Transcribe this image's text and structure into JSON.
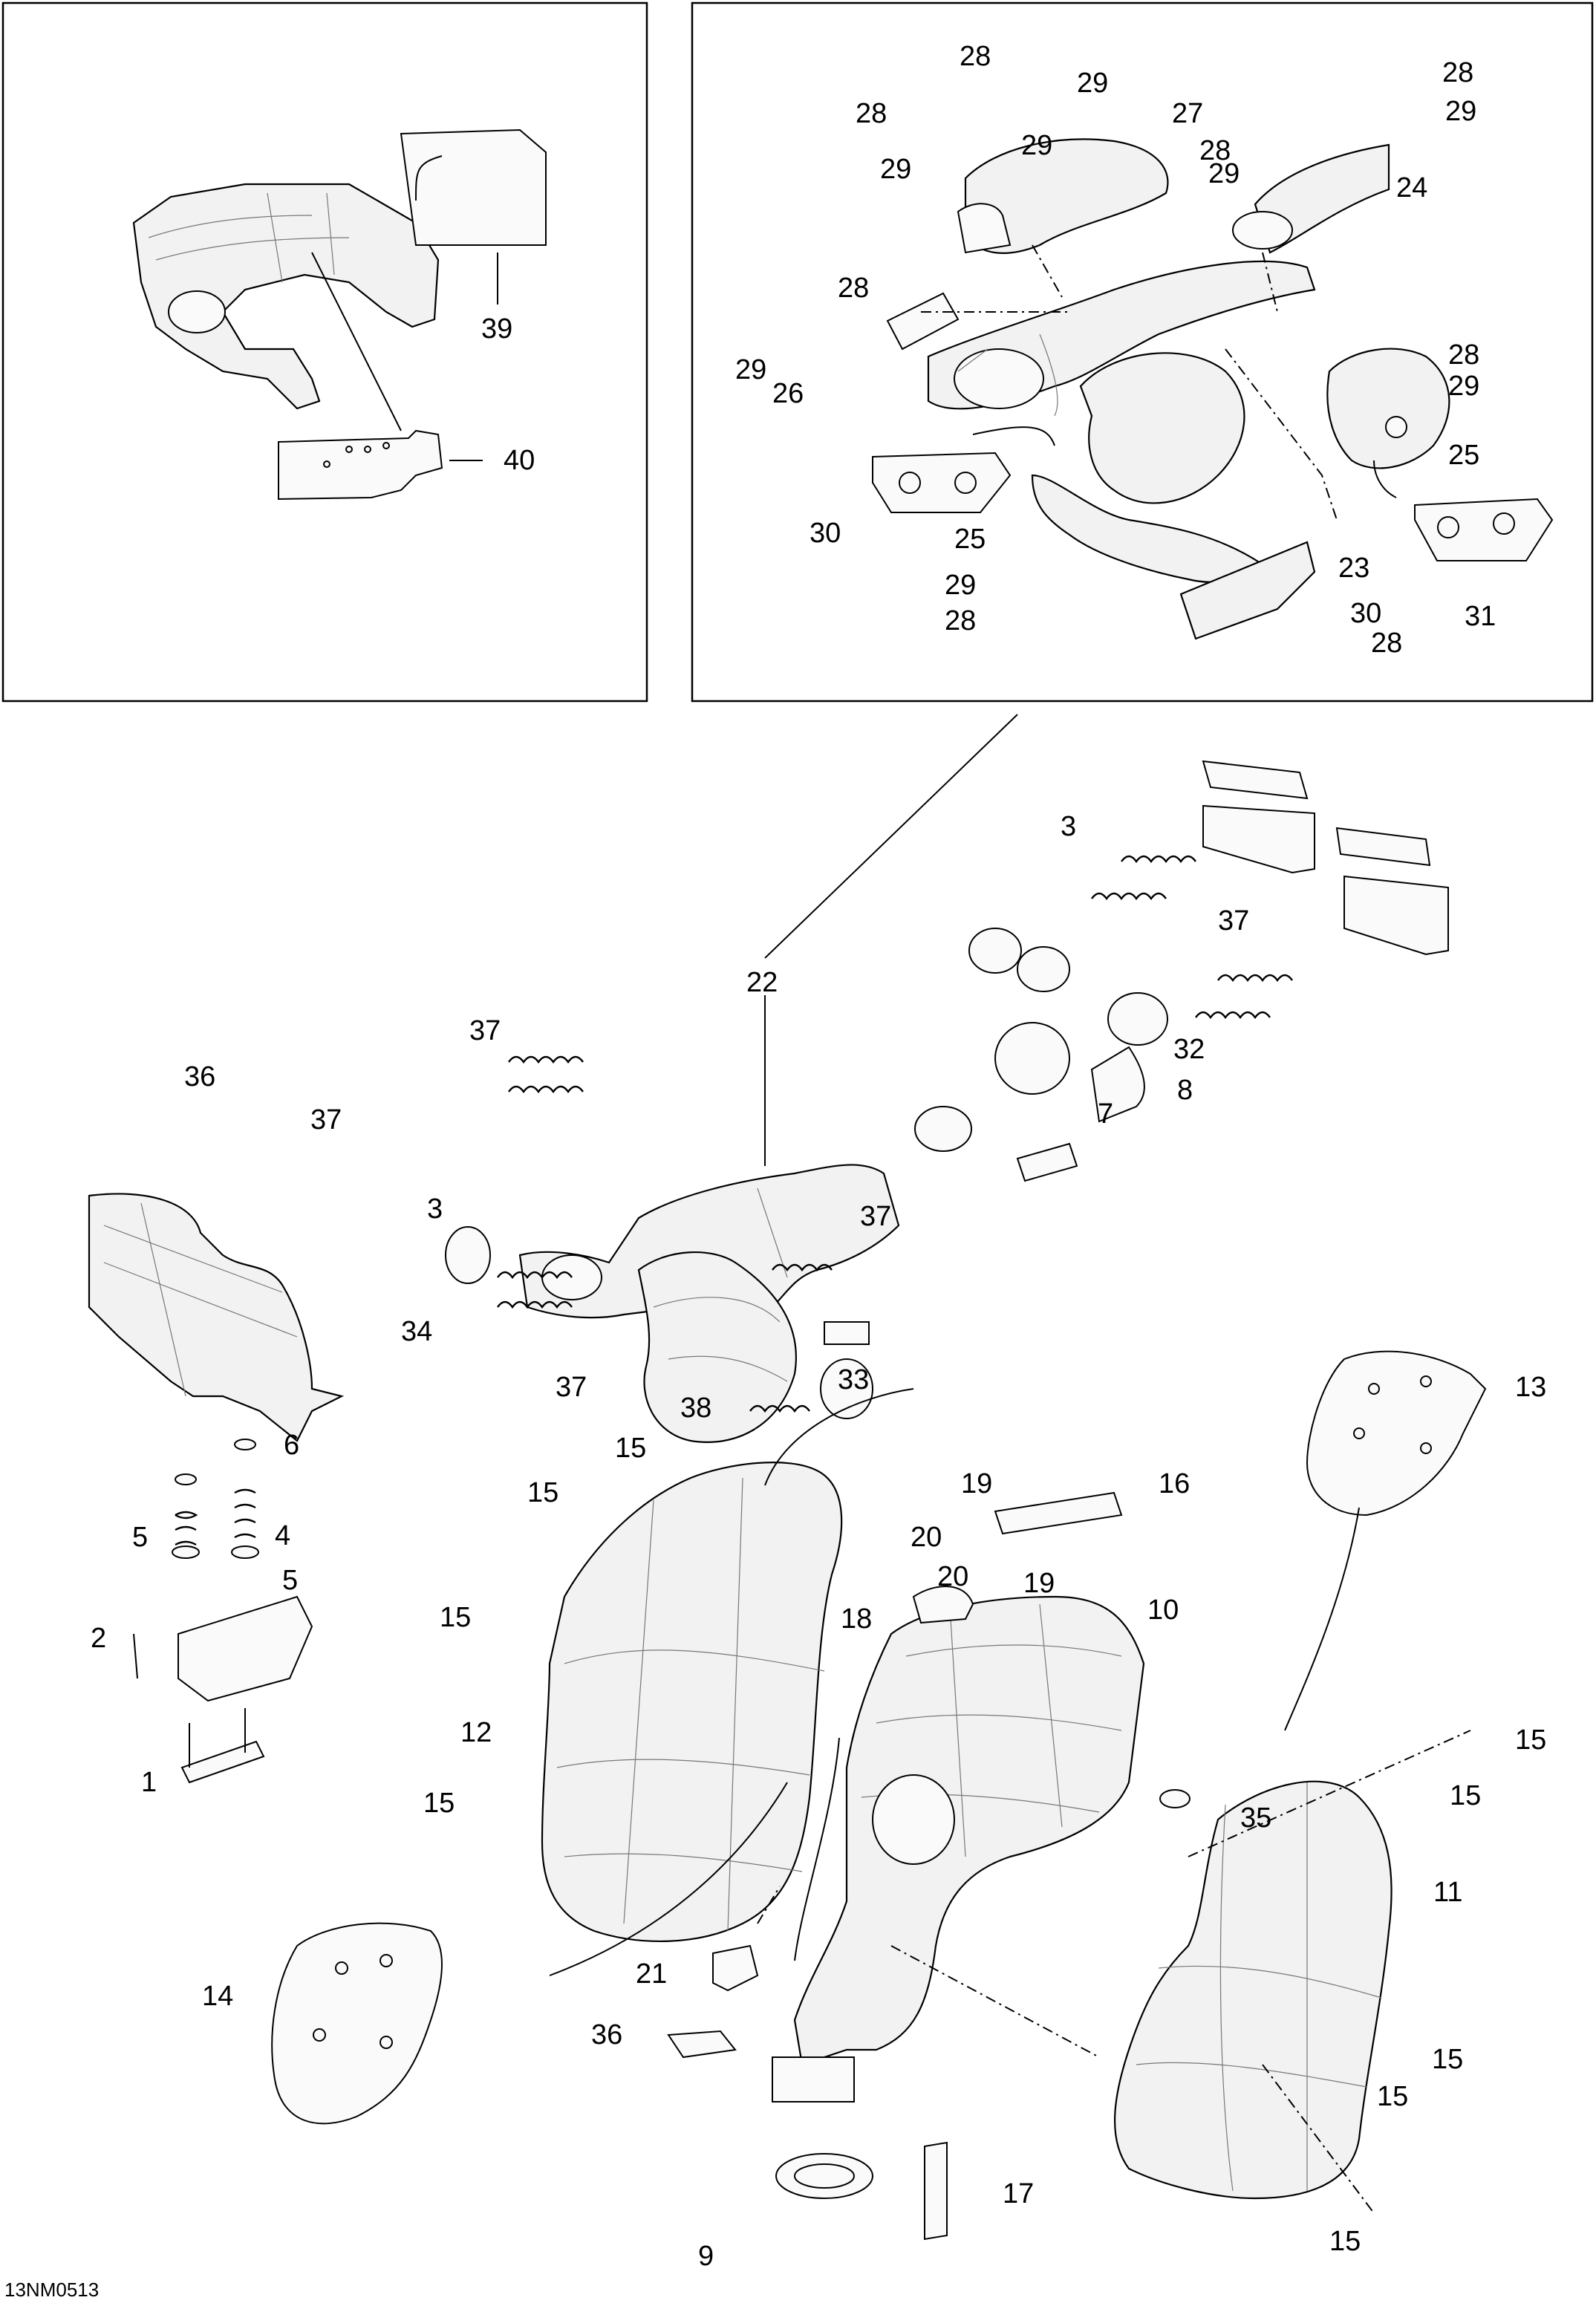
{
  "diagram": {
    "drawing_code": "13NM0513",
    "callouts": [
      {
        "id": "c1",
        "text": "1"
      },
      {
        "id": "c2",
        "text": "2"
      },
      {
        "id": "c3a",
        "text": "3"
      },
      {
        "id": "c3b",
        "text": "3"
      },
      {
        "id": "c4",
        "text": "4"
      },
      {
        "id": "c5a",
        "text": "5"
      },
      {
        "id": "c5b",
        "text": "5"
      },
      {
        "id": "c6",
        "text": "6"
      },
      {
        "id": "c7",
        "text": "7"
      },
      {
        "id": "c8",
        "text": "8"
      },
      {
        "id": "c9",
        "text": "9"
      },
      {
        "id": "c10",
        "text": "10"
      },
      {
        "id": "c11",
        "text": "11"
      },
      {
        "id": "c12",
        "text": "12"
      },
      {
        "id": "c13",
        "text": "13"
      },
      {
        "id": "c14",
        "text": "14"
      },
      {
        "id": "c15a",
        "text": "15"
      },
      {
        "id": "c15b",
        "text": "15"
      },
      {
        "id": "c15c",
        "text": "15"
      },
      {
        "id": "c15d",
        "text": "15"
      },
      {
        "id": "c15e",
        "text": "15"
      },
      {
        "id": "c15f",
        "text": "15"
      },
      {
        "id": "c15g",
        "text": "15"
      },
      {
        "id": "c15h",
        "text": "15"
      },
      {
        "id": "c15i",
        "text": "15"
      },
      {
        "id": "c16",
        "text": "16"
      },
      {
        "id": "c17",
        "text": "17"
      },
      {
        "id": "c18",
        "text": "18"
      },
      {
        "id": "c19a",
        "text": "19"
      },
      {
        "id": "c19b",
        "text": "19"
      },
      {
        "id": "c20a",
        "text": "20"
      },
      {
        "id": "c20b",
        "text": "20"
      },
      {
        "id": "c21",
        "text": "21"
      },
      {
        "id": "c22",
        "text": "22"
      },
      {
        "id": "c23",
        "text": "23"
      },
      {
        "id": "c24",
        "text": "24"
      },
      {
        "id": "c25a",
        "text": "25"
      },
      {
        "id": "c25b",
        "text": "25"
      },
      {
        "id": "c26",
        "text": "26"
      },
      {
        "id": "c27",
        "text": "27"
      },
      {
        "id": "c28a",
        "text": "28"
      },
      {
        "id": "c28b",
        "text": "28"
      },
      {
        "id": "c28c",
        "text": "28"
      },
      {
        "id": "c28d",
        "text": "28"
      },
      {
        "id": "c28e",
        "text": "28"
      },
      {
        "id": "c28f",
        "text": "28"
      },
      {
        "id": "c28g",
        "text": "28"
      },
      {
        "id": "c28h",
        "text": "28"
      },
      {
        "id": "c29a",
        "text": "29"
      },
      {
        "id": "c29b",
        "text": "29"
      },
      {
        "id": "c29c",
        "text": "29"
      },
      {
        "id": "c29d",
        "text": "29"
      },
      {
        "id": "c29e",
        "text": "29"
      },
      {
        "id": "c29f",
        "text": "29"
      },
      {
        "id": "c29g",
        "text": "29"
      },
      {
        "id": "c29h",
        "text": "29"
      },
      {
        "id": "c30a",
        "text": "30"
      },
      {
        "id": "c30b",
        "text": "30"
      },
      {
        "id": "c31",
        "text": "31"
      },
      {
        "id": "c32",
        "text": "32"
      },
      {
        "id": "c33",
        "text": "33"
      },
      {
        "id": "c34",
        "text": "34"
      },
      {
        "id": "c35",
        "text": "35"
      },
      {
        "id": "c36a",
        "text": "36"
      },
      {
        "id": "c36b",
        "text": "36"
      },
      {
        "id": "c37a",
        "text": "37"
      },
      {
        "id": "c37b",
        "text": "37"
      },
      {
        "id": "c37c",
        "text": "37"
      },
      {
        "id": "c37d",
        "text": "37"
      },
      {
        "id": "c37e",
        "text": "37"
      },
      {
        "id": "c38",
        "text": "38"
      },
      {
        "id": "c39",
        "text": "39"
      },
      {
        "id": "c40",
        "text": "40"
      }
    ]
  }
}
